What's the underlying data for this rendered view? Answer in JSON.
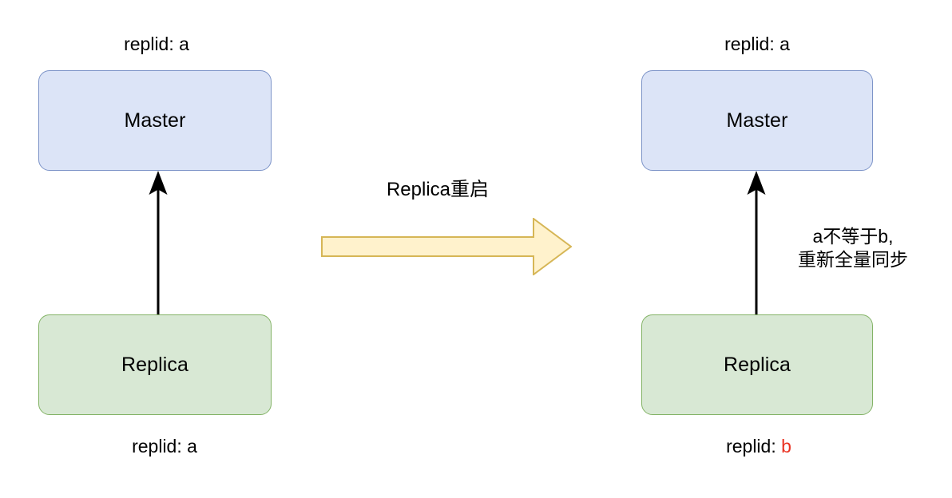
{
  "diagram": {
    "title_alt": "Redis replication replid change after replica restart",
    "colors": {
      "master_fill": "#dce4f7",
      "master_stroke": "#7d94c8",
      "replica_fill": "#d8e8d4",
      "replica_stroke": "#83b366",
      "arrow_fill": "#fff2cc",
      "arrow_stroke": "#d6b656",
      "connector": "#000000",
      "accent_red": "#ea3323",
      "background": "#ffffff",
      "text": "#000000"
    },
    "left": {
      "top_caption": "replid: a",
      "master_label": "Master",
      "replica_label": "Replica",
      "bottom_caption": "replid: a"
    },
    "transition": {
      "label": "Replica重启"
    },
    "right": {
      "top_caption": "replid: a",
      "master_label": "Master",
      "replica_label": "Replica",
      "bottom_caption_prefix": "replid: ",
      "bottom_caption_value": "b",
      "note_line1": "a不等于b,",
      "note_line2": "重新全量同步"
    }
  }
}
